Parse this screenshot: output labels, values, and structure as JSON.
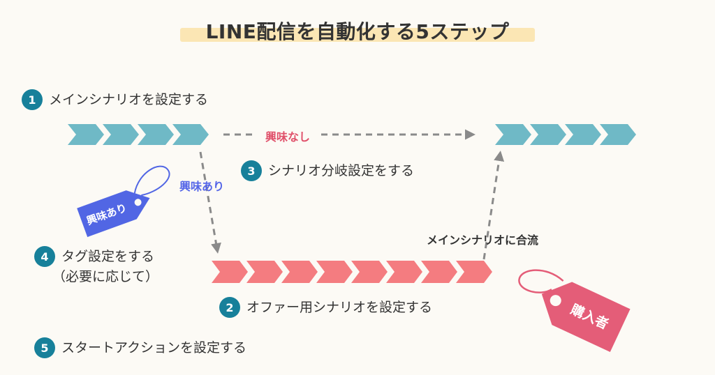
{
  "title": "LINE配信を自動化する5ステップ",
  "steps": [
    {
      "number": "1",
      "label": "メインシナリオを設定する"
    },
    {
      "number": "2",
      "label": "オファー用シナリオを設定する"
    },
    {
      "number": "3",
      "label": "シナリオ分岐設定をする"
    },
    {
      "number": "4",
      "label": "タグ設定をする",
      "sub": "（必要に応じて）"
    },
    {
      "number": "5",
      "label": "スタートアクションを設定する"
    }
  ],
  "edges": {
    "not_interested": "興味なし",
    "interested": "興味あり",
    "merge": "メインシナリオに合流"
  },
  "tags": {
    "interested_tag": "興味あり",
    "purchaser_tag": "購入者"
  },
  "colors": {
    "badge": "#17809a",
    "main_chevron": "#6fb9c6",
    "offer_chevron": "#f47c80",
    "not_interested_text": "#e0506a",
    "interested_text": "#5566e8",
    "interested_tag": "#5166e4",
    "purchaser_tag": "#e45d78",
    "title_highlight": "#fbe6b4",
    "dash": "#8a8a8a"
  },
  "flow": {
    "main_scenario_chevrons": 4,
    "main_scenario_after_chevrons": 4,
    "offer_scenario_chevrons": 8
  }
}
